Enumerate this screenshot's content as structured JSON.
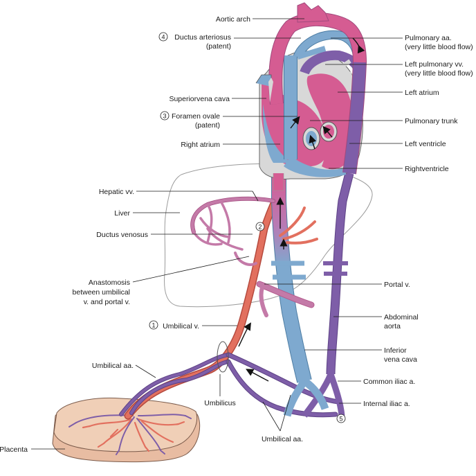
{
  "colors": {
    "oxygenated": "#d55c92",
    "deoxygenated": "#7ea9cf",
    "mixed_venous": "#7e5ea8",
    "umbilical_vein": "#e2705f",
    "placenta": "#f0cfb7",
    "liver_outline": "#9a9a9a",
    "heart_wall": "#d8d8d8"
  },
  "labels": {
    "aortic_arch": "Aortic arch",
    "ductus_arteriosus": [
      "Ductus arteriosus",
      "(patent)"
    ],
    "superior_vena_cava": "Superiorvena cava",
    "foramen_ovale": [
      "Foramen ovale",
      "(patent)"
    ],
    "right_atrium": "Right atrium",
    "hepatic_vv": "Hepatic vv.",
    "liver": "Liver",
    "ductus_venosus": "Ductus venosus",
    "anastomosis": [
      "Anastomosis",
      "between umbilical",
      "v. and portal v."
    ],
    "umbilical_v": "Umbilical v.",
    "umbilical_aa_left": "Umbilical aa.",
    "umbilicus": "Umbilicus",
    "placenta": "Placenta",
    "umbilical_aa_bottom": "Umbilical aa.",
    "pulmonary_aa": [
      "Pulmonary aa.",
      "(very little blood flow)"
    ],
    "left_pulmonary_vv": [
      "Left pulmonary vv.",
      "(very little blood flow)"
    ],
    "left_atrium": "Left atrium",
    "pulmonary_trunk": "Pulmonary trunk",
    "left_ventricle": "Left ventricle",
    "right_ventricle": "Rightventricle",
    "portal_v": "Portal v.",
    "abdominal_aorta": [
      "Abdominal",
      "aorta"
    ],
    "inferior_vena_cava": [
      "Inferior",
      "vena cava"
    ],
    "common_iliac_a": "Common iliac a.",
    "internal_iliac_a": "Internal iliac a."
  },
  "markers": {
    "one": "1",
    "two": "2",
    "three": "3",
    "four": "4",
    "five": "5"
  },
  "icons": [
    "flow-arrow-icon"
  ]
}
